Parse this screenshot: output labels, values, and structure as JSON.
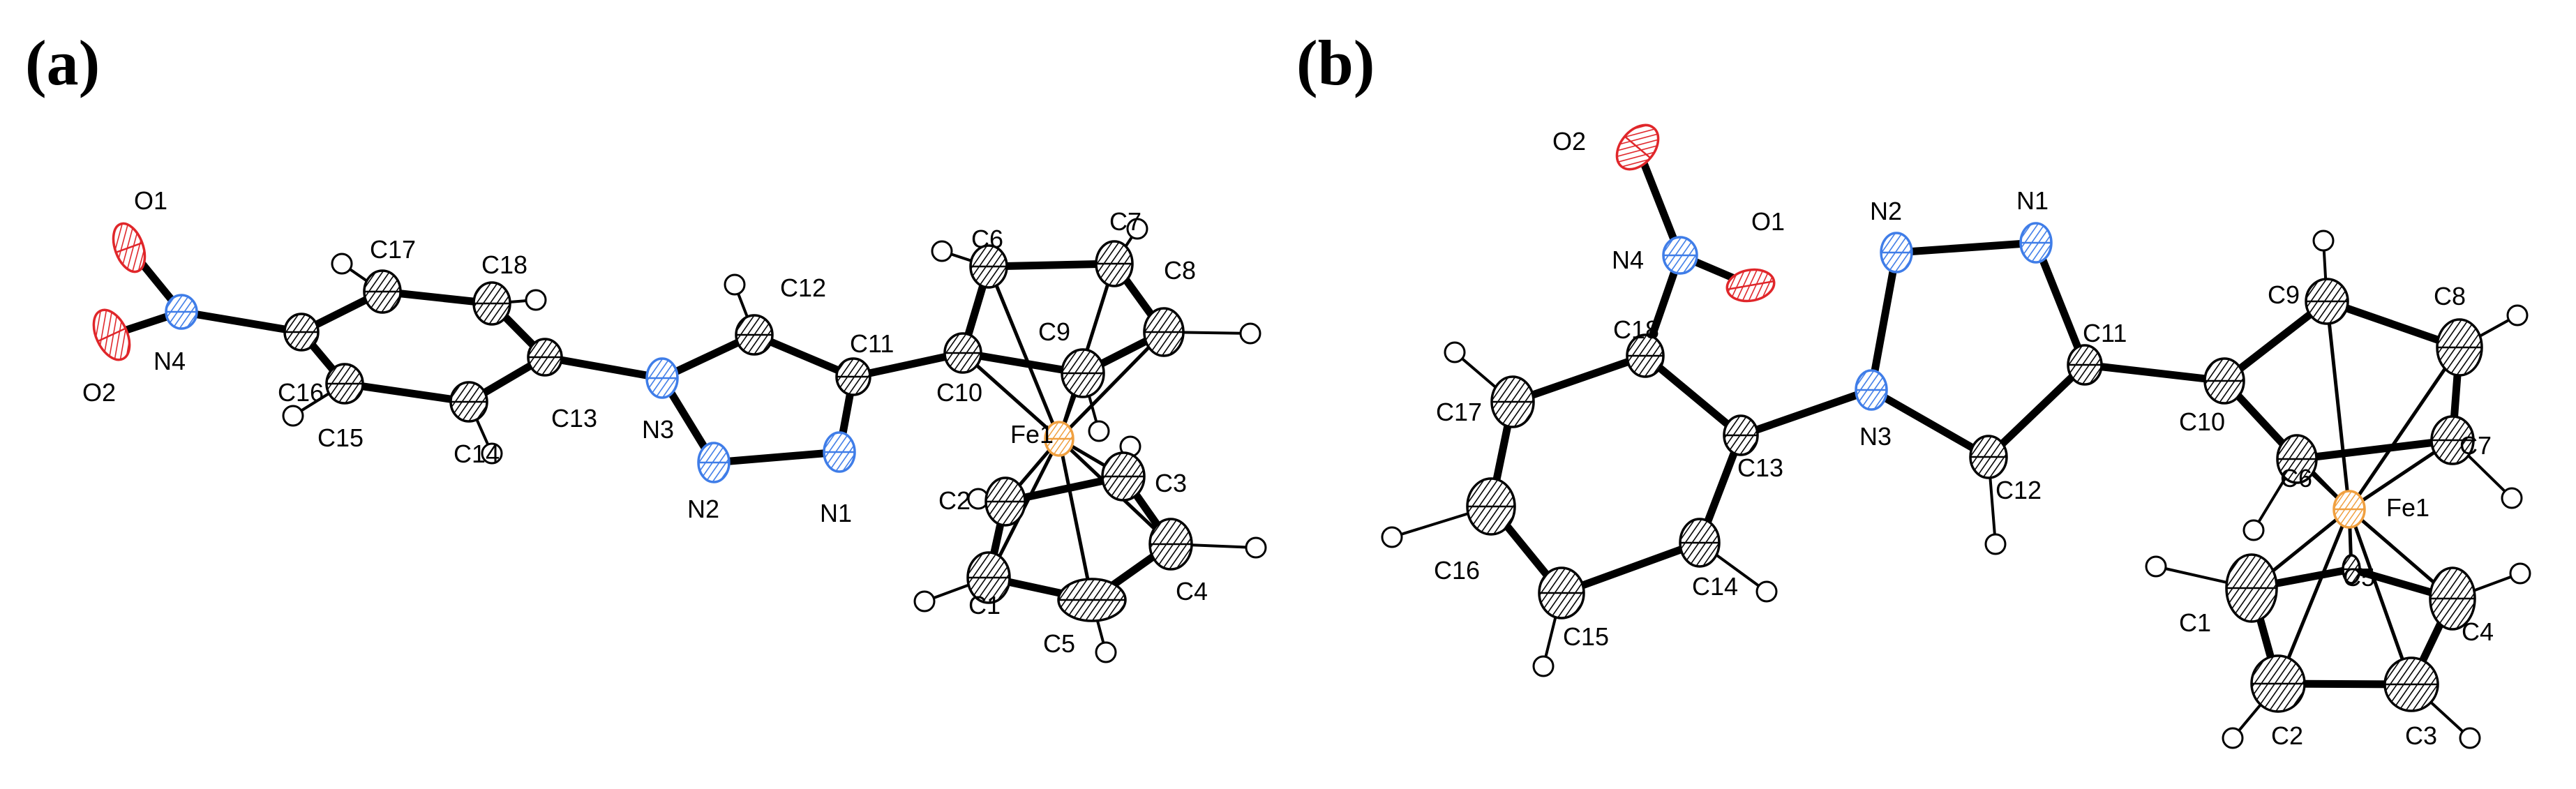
{
  "panels": {
    "a": {
      "label": "(a)"
    },
    "b": {
      "label": "(b)"
    }
  },
  "colors": {
    "carbon": "#ffffff",
    "nitrogen": "#3f7de8",
    "oxygen": "#e0262a",
    "iron": "#f0a040",
    "hatch": "#000000"
  },
  "molecule_a": {
    "atoms": [
      {
        "id": "O1",
        "el": "O"
      },
      {
        "id": "O2",
        "el": "O"
      },
      {
        "id": "N4",
        "el": "N"
      },
      {
        "id": "C16",
        "el": "C"
      },
      {
        "id": "C17",
        "el": "C"
      },
      {
        "id": "C18",
        "el": "C"
      },
      {
        "id": "C15",
        "el": "C"
      },
      {
        "id": "C14",
        "el": "C"
      },
      {
        "id": "C13",
        "el": "C"
      },
      {
        "id": "N3",
        "el": "N"
      },
      {
        "id": "N2",
        "el": "N"
      },
      {
        "id": "N1",
        "el": "N"
      },
      {
        "id": "C12",
        "el": "C"
      },
      {
        "id": "C11",
        "el": "C"
      },
      {
        "id": "C10",
        "el": "C"
      },
      {
        "id": "C6",
        "el": "C"
      },
      {
        "id": "C7",
        "el": "C"
      },
      {
        "id": "C8",
        "el": "C"
      },
      {
        "id": "C9",
        "el": "C"
      },
      {
        "id": "Fe1",
        "el": "Fe"
      },
      {
        "id": "C1",
        "el": "C"
      },
      {
        "id": "C2",
        "el": "C"
      },
      {
        "id": "C3",
        "el": "C"
      },
      {
        "id": "C4",
        "el": "C"
      },
      {
        "id": "C5",
        "el": "C"
      }
    ]
  },
  "molecule_b": {
    "atoms": [
      {
        "id": "O2",
        "el": "O"
      },
      {
        "id": "O1",
        "el": "O"
      },
      {
        "id": "N4",
        "el": "N"
      },
      {
        "id": "C18",
        "el": "C"
      },
      {
        "id": "C17",
        "el": "C"
      },
      {
        "id": "C16",
        "el": "C"
      },
      {
        "id": "C15",
        "el": "C"
      },
      {
        "id": "C14",
        "el": "C"
      },
      {
        "id": "C13",
        "el": "C"
      },
      {
        "id": "N3",
        "el": "N"
      },
      {
        "id": "N2",
        "el": "N"
      },
      {
        "id": "N1",
        "el": "N"
      },
      {
        "id": "C11",
        "el": "C"
      },
      {
        "id": "C12",
        "el": "C"
      },
      {
        "id": "C10",
        "el": "C"
      },
      {
        "id": "C9",
        "el": "C"
      },
      {
        "id": "C8",
        "el": "C"
      },
      {
        "id": "C7",
        "el": "C"
      },
      {
        "id": "C6",
        "el": "C"
      },
      {
        "id": "Fe1",
        "el": "Fe"
      },
      {
        "id": "C5",
        "el": "C"
      },
      {
        "id": "C1",
        "el": "C"
      },
      {
        "id": "C2",
        "el": "C"
      },
      {
        "id": "C3",
        "el": "C"
      },
      {
        "id": "C4",
        "el": "C"
      }
    ]
  }
}
